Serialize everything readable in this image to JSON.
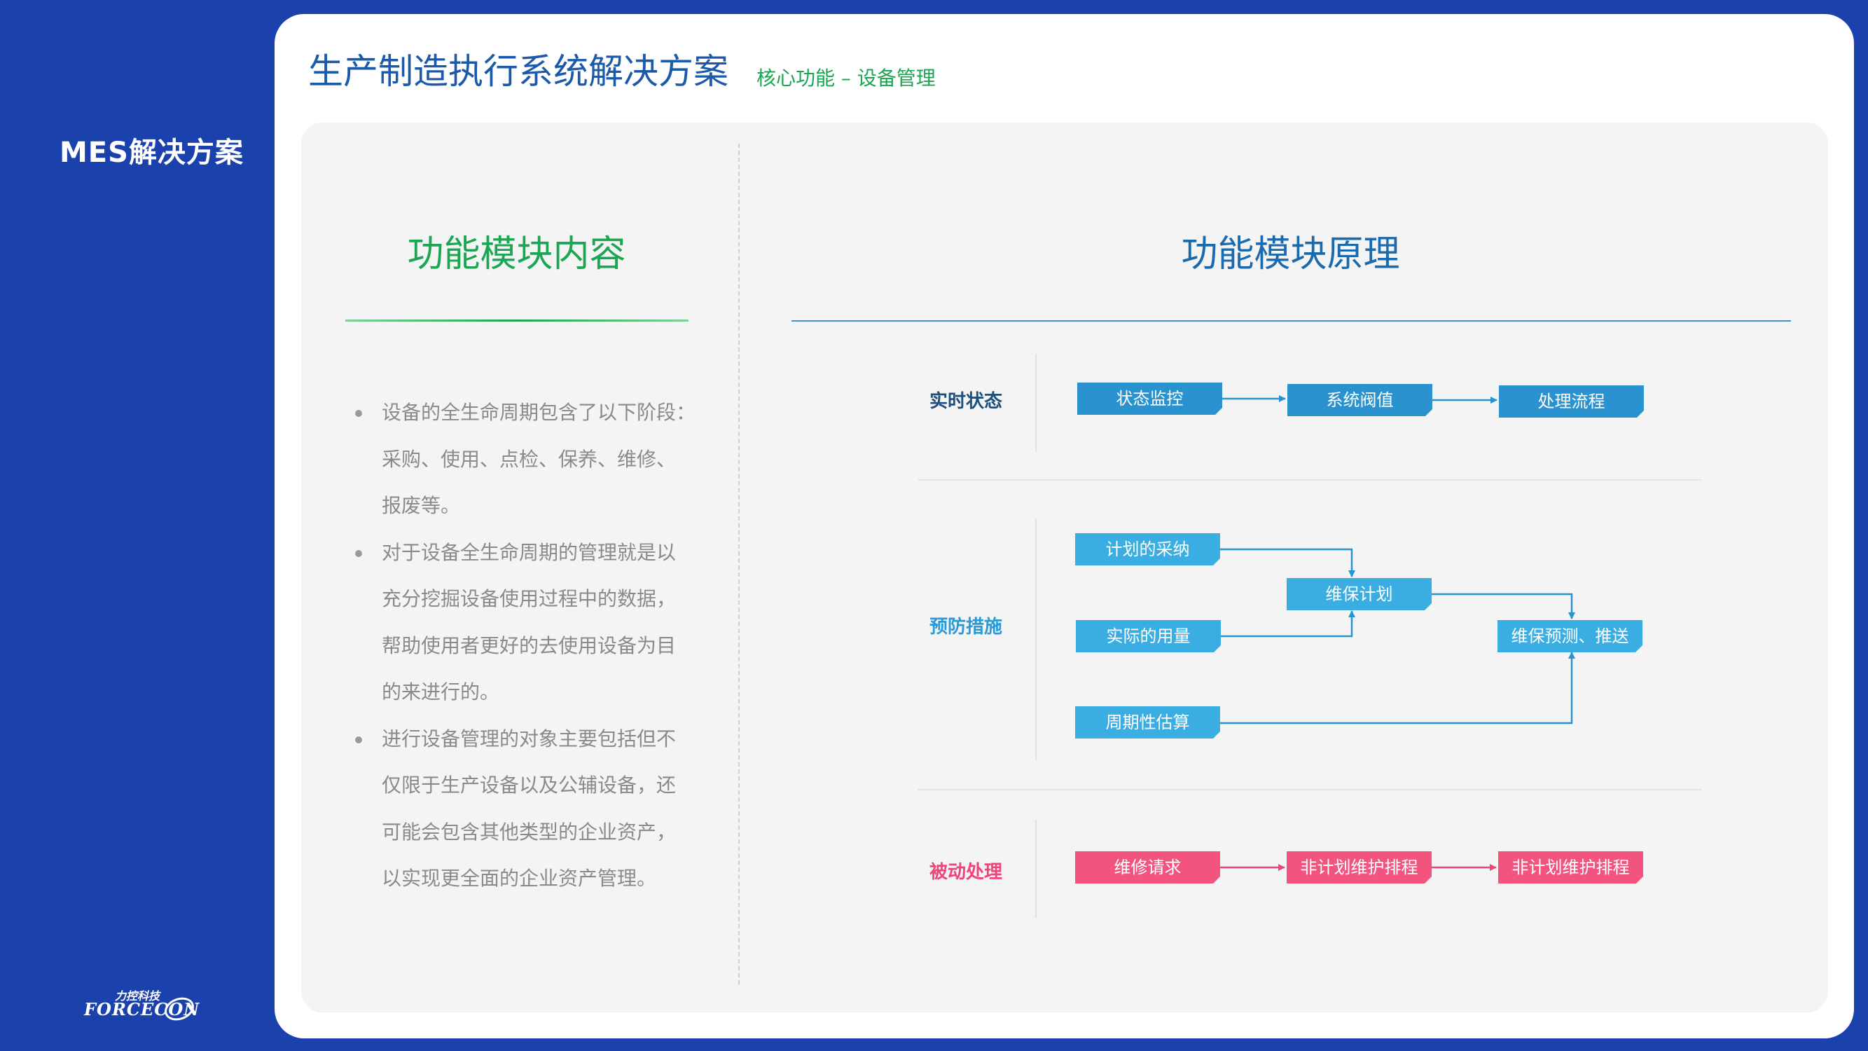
{
  "sidebar": {
    "title": "MES解决方案"
  },
  "logo": {
    "cn": "力控科技",
    "en": "FORCECON"
  },
  "header": {
    "title": "生产制造执行系统解决方案",
    "subtitle": "核心功能 – 设备管理"
  },
  "left": {
    "heading": "功能模块内容",
    "bullets": [
      [
        "设备的全生命周期包含了以下阶段：",
        "采购、使用、点检、保养、维修、",
        "报废等。"
      ],
      [
        "对于设备全生命周期的管理就是以",
        "充分挖掘设备使用过程中的数据，",
        "帮助使用者更好的去使用设备为目",
        "的来进行的。"
      ],
      [
        "进行设备管理的对象主要包括但不",
        "仅限于生产设备以及公辅设备，还",
        "可能会包含其他类型的企业资产，",
        "以实现更全面的企业资产管理。"
      ]
    ]
  },
  "right": {
    "heading": "功能模块原理",
    "rows": {
      "realtime": {
        "label": "实时状态",
        "nodes": [
          "状态监控",
          "系统阀值",
          "处理流程"
        ]
      },
      "preventive": {
        "label": "预防措施",
        "nodes": [
          "计划的采纳",
          "实际的用量",
          "周期性估算",
          "维保计划",
          "维保预测、推送"
        ]
      },
      "passive": {
        "label": "被动处理",
        "nodes": [
          "维修请求",
          "非计划维护排程",
          "非计划维护排程"
        ]
      }
    }
  },
  "colors": {
    "background": "#1a41ac",
    "title_blue": "#1a5aa8",
    "green": "#1aa653",
    "box_blue": "#2a93cf",
    "box_light_blue": "#3aaee3",
    "box_pink": "#f2547f",
    "label_dark": "#1d4f7a",
    "label_blue": "#2a9ad6",
    "label_pink": "#f0457a"
  }
}
